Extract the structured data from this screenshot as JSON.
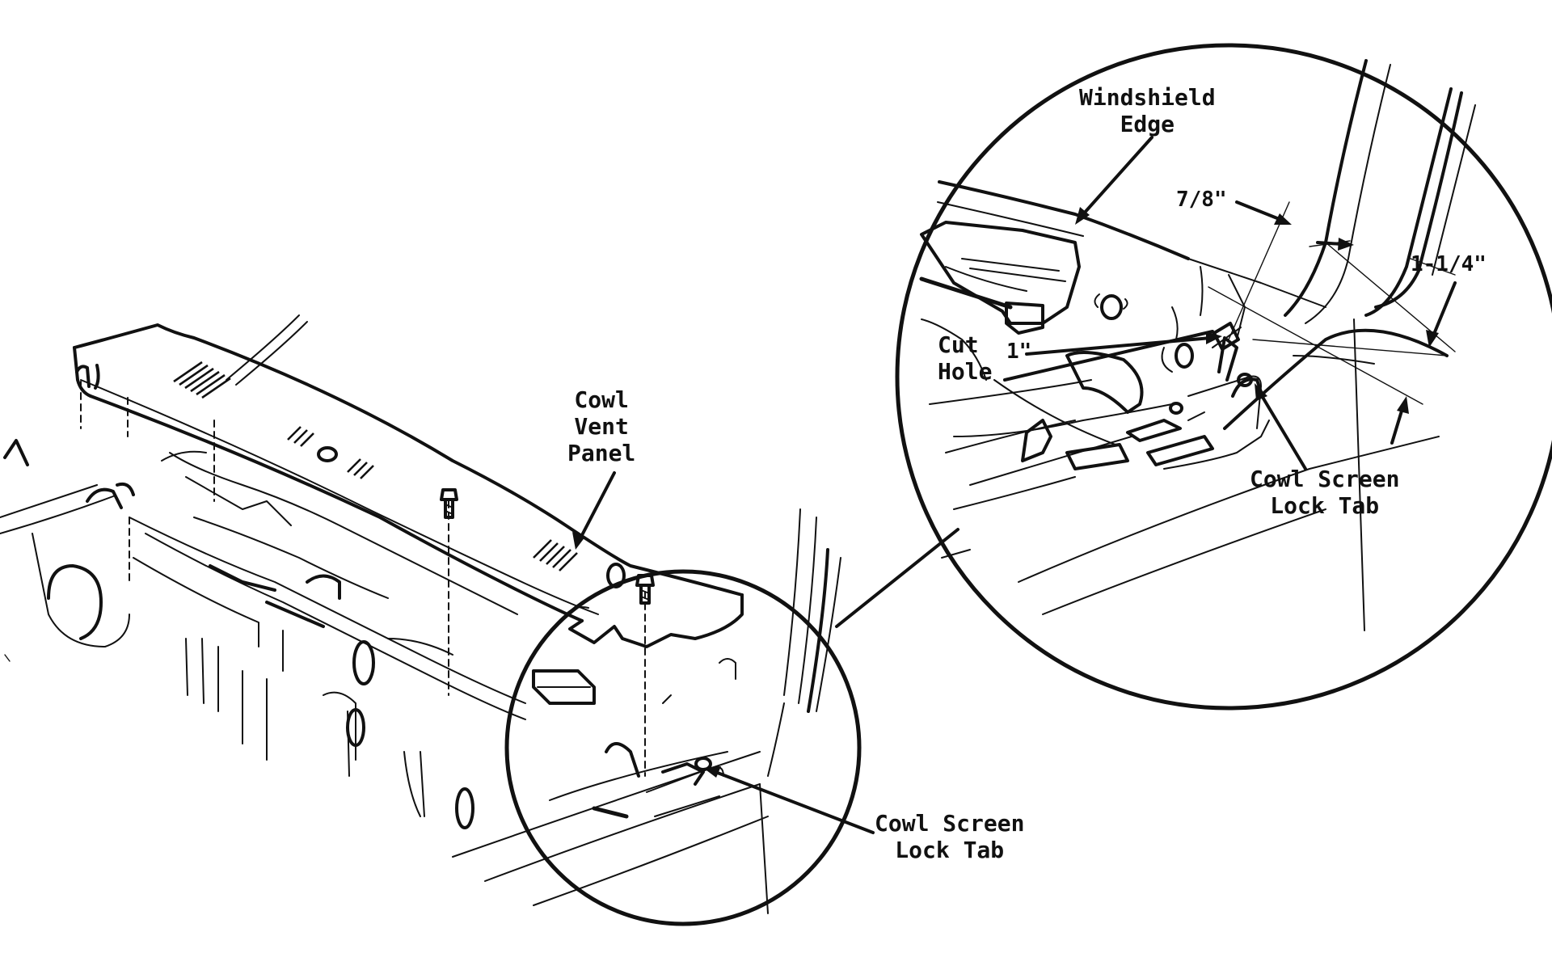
{
  "labels": {
    "cowl_vent_panel": [
      "Cowl",
      "Vent",
      "Panel"
    ],
    "lock_tab_main": [
      "Cowl Screen",
      "Lock Tab"
    ],
    "windshield_edge": [
      "Windshield",
      "Edge"
    ],
    "cut_hole": [
      "Cut",
      "Hole"
    ],
    "lock_tab_detail": [
      "Cowl Screen",
      "Lock Tab"
    ]
  },
  "dimensions": {
    "seven_eighths": "7/8\"",
    "one_quarter": "1-1/4\"",
    "one_inch": "1\""
  }
}
